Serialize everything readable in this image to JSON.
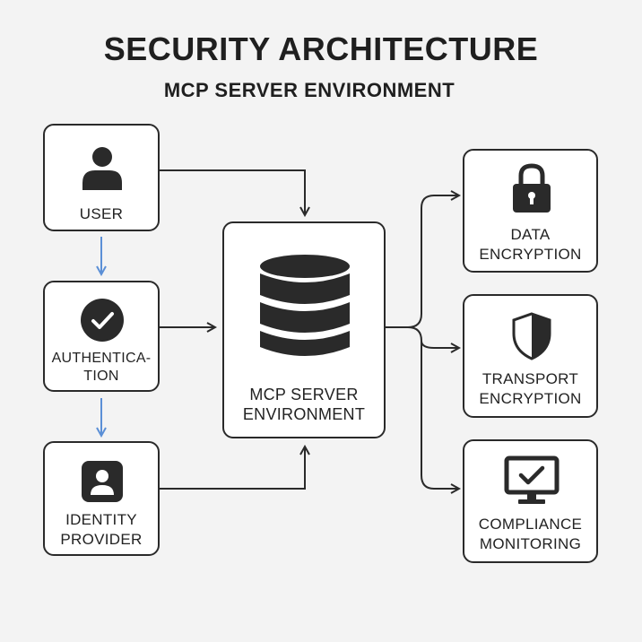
{
  "header": {
    "title": "SECURITY ARCHITECTURE",
    "subtitle": "MCP SERVER ENVIRONMENT"
  },
  "nodes": {
    "user": {
      "label": "USER",
      "icon": "user-icon"
    },
    "authentication": {
      "label_line1": "AUTHENTICA-",
      "label_line2": "TION",
      "icon": "check-circle-icon"
    },
    "identity_provider": {
      "label_line1": "IDENTITY",
      "label_line2": "PROVIDER",
      "icon": "id-badge-icon"
    },
    "mcp_server": {
      "label_line1": "MCP SERVER",
      "label_line2": "ENVIRONMENT",
      "icon": "database-icon"
    },
    "data_encryption": {
      "label_line1": "DATA",
      "label_line2": "ENCRYPTION",
      "icon": "lock-icon"
    },
    "transport_encryption": {
      "label_line1": "TRANSPORT",
      "label_line2": "ENCRYPTION",
      "icon": "shield-icon"
    },
    "compliance_monitoring": {
      "label_line1": "COMPLIANCE",
      "label_line2": "MONITORING",
      "icon": "monitor-check-icon"
    }
  },
  "colors": {
    "stroke": "#2a2a2a",
    "flow_arrow": "#5b8fd6",
    "background": "#f3f3f3",
    "box_fill": "#ffffff"
  }
}
